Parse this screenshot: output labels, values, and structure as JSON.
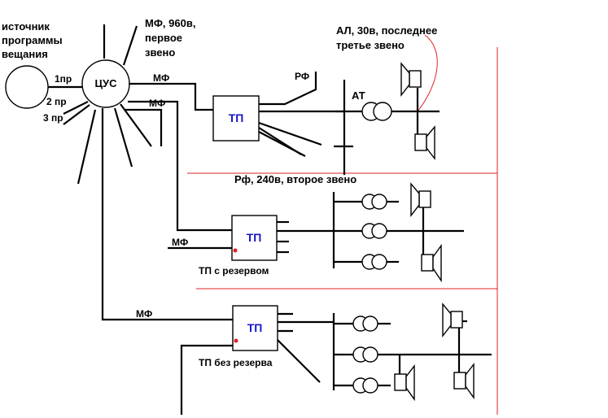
{
  "labels": {
    "source": [
      "источник",
      "программы",
      "вещания"
    ],
    "cus": "ЦУС",
    "mf_first": [
      "МФ, 960в,",
      "первое",
      "звено"
    ],
    "al_third": [
      "АЛ, 30в, последнее",
      "третье звено"
    ],
    "pr1": "1пр",
    "pr2": "2 пр",
    "pr3": "3 пр",
    "mf": "МФ",
    "rf": "РФ",
    "at": "АТ",
    "tp": "ТП",
    "rf_second": "Рф, 240в, второе звено",
    "tp_reserve": "ТП с резервом",
    "tp_no_reserve": "ТП без резерва"
  },
  "colors": {
    "lines": "#000000",
    "zone_borders": "#e02020",
    "tp_text": "#1515c8",
    "reserve_dot": "#e02020"
  }
}
